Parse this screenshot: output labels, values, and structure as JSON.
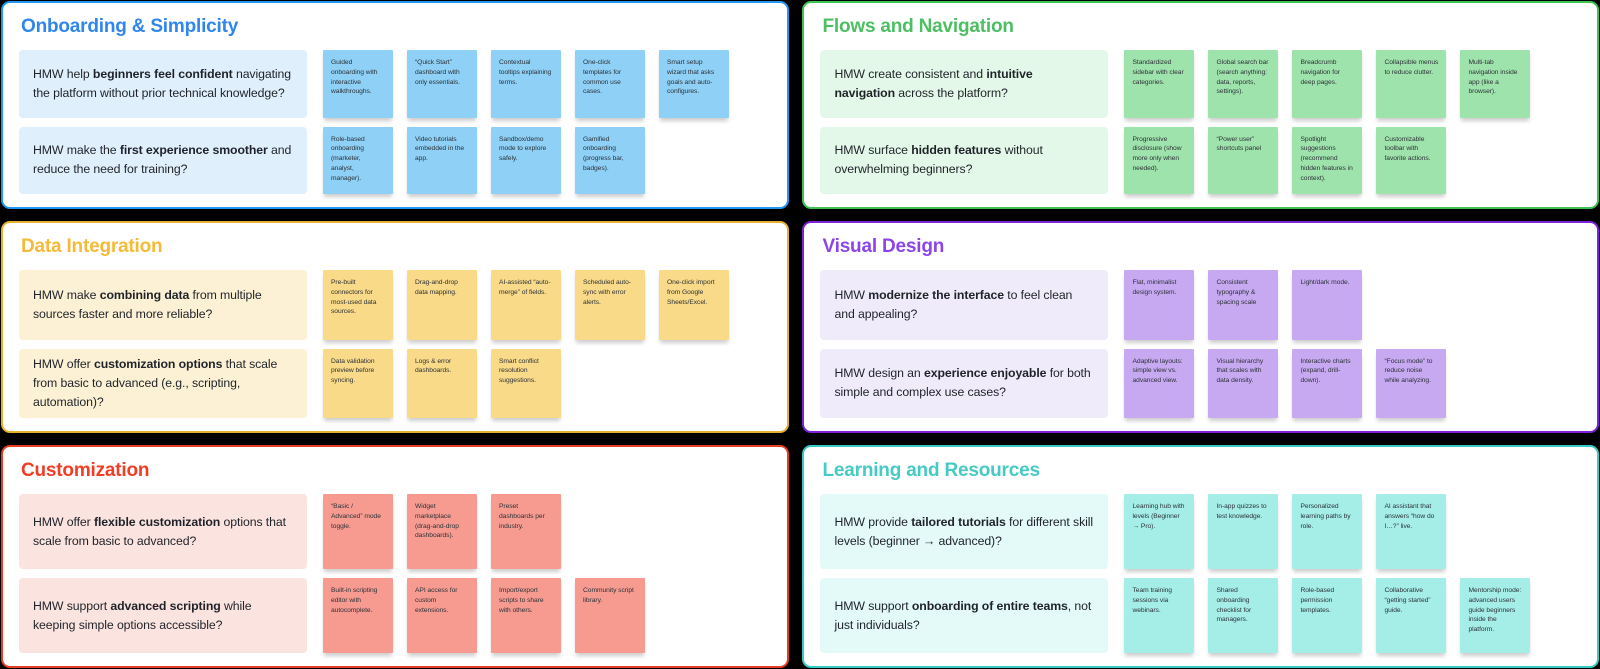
{
  "board": {
    "background_color": "#000000",
    "sections": [
      {
        "id": "onboarding-simplicity",
        "title": "Onboarding & Simplicity",
        "colors": {
          "border": "#2196f3",
          "title": "#2f86ec",
          "question_bg": "#e0effc",
          "sticky_bg": "#8ed0f6"
        },
        "rows": [
          {
            "q_pre": "HMW help ",
            "q_bold": "beginners feel confident",
            "q_post": " navigating the platform without prior technical knowledge?",
            "stickies": [
              "Guided onboarding with interactive walkthroughs.",
              "“Quick Start” dashboard with only essentials.",
              "Contextual tooltips explaining terms.",
              "One-click templates for common use cases.",
              "Smart setup wizard that asks goals and auto-configures."
            ]
          },
          {
            "q_pre": "HMW make the ",
            "q_bold": "first experience smoother",
            "q_post": " and reduce the need for training?",
            "stickies": [
              "Role-based onboarding (marketer, analyst, manager).",
              "Video tutorials embedded in the app.",
              "Sandbox/demo mode to explore safely.",
              "Gamified onboarding (progress bar, badges)."
            ]
          }
        ]
      },
      {
        "id": "flows-navigation",
        "title": "Flows and Navigation",
        "colors": {
          "border": "#3dc353",
          "title": "#4cbf63",
          "question_bg": "#e4f8e9",
          "sticky_bg": "#9fe3ac"
        },
        "rows": [
          {
            "q_pre": "HMW create consistent and ",
            "q_bold": "intuitive navigation",
            "q_post": " across the platform?",
            "stickies": [
              "Standardized sidebar with clear categories.",
              "Global search bar (search anything: data, reports, settings).",
              "Breadcrumb navigation for deep pages.",
              "Collapsible menus to reduce clutter.",
              "Multi-tab navigation inside app (like a browser)."
            ]
          },
          {
            "q_pre": "HMW surface ",
            "q_bold": "hidden features",
            "q_post": " without overwhelming beginners?",
            "stickies": [
              "Progressive disclosure (show more only when needed).",
              "“Power user” shortcuts panel",
              "Spotlight suggestions (recommend hidden features in context).",
              "Customizable toolbar with favorite actions."
            ]
          }
        ]
      },
      {
        "id": "data-integration",
        "title": "Data Integration",
        "colors": {
          "border": "#e5b12e",
          "title": "#f5bb38",
          "question_bg": "#fcf1d5",
          "sticky_bg": "#f9da88"
        },
        "rows": [
          {
            "q_pre": "HMW make ",
            "q_bold": "combining data",
            "q_post": " from multiple sources faster and more reliable?",
            "stickies": [
              "Pre-built connectors for most-used data sources.",
              "Drag-and-drop data mapping.",
              "AI-assisted “auto-merge” of fields.",
              "Scheduled auto-sync with error alerts.",
              "One-click import from Google Sheets/Excel."
            ]
          },
          {
            "q_pre": "HMW offer ",
            "q_bold": "customization options",
            "q_post": " that scale from basic to advanced (e.g., scripting, automation)?",
            "stickies": [
              "Data validation preview before syncing.",
              "Logs & error dashboards.",
              "Smart conflict resolution suggestions."
            ]
          }
        ]
      },
      {
        "id": "visual-design",
        "title": "Visual Design",
        "colors": {
          "border": "#7b22da",
          "title": "#8a45eb",
          "question_bg": "#efebfb",
          "sticky_bg": "#c7a9f2"
        },
        "rows": [
          {
            "q_pre": "HMW ",
            "q_bold": "modernize the interface",
            "q_post": " to feel clean and appealing?",
            "stickies": [
              "Flat, minimalist design system.",
              "Consistent typography & spacing scale",
              "Light/dark mode."
            ]
          },
          {
            "q_pre": "HMW design an ",
            "q_bold": "experience enjoyable",
            "q_post": " for both simple and complex use cases?",
            "stickies": [
              "Adaptive layouts: simple view vs. advanced view.",
              "Visual hierarchy that scales with data density.",
              "Interactive charts (expand, drill-down).",
              "“Focus mode” to reduce noise while analyzing."
            ]
          }
        ]
      },
      {
        "id": "customization",
        "title": "Customization",
        "colors": {
          "border": "#e63e23",
          "title": "#f03d23",
          "question_bg": "#fbe3df",
          "sticky_bg": "#f79b91"
        },
        "rows": [
          {
            "q_pre": "HMW offer ",
            "q_bold": "flexible customization",
            "q_post": " options that scale from basic to advanced?",
            "stickies": [
              "“Basic / Advanced” mode toggle.",
              "Widget marketplace (drag-and-drop dashboards).",
              "Preset dashboards per industry."
            ]
          },
          {
            "q_pre": "HMW support ",
            "q_bold": "advanced scripting",
            "q_post": " while keeping simple options accessible?",
            "stickies": [
              "Built-in scripting editor with autocomplete.",
              "API access for custom extensions.",
              "Import/export scripts to share with others.",
              "Community script library."
            ]
          }
        ]
      },
      {
        "id": "learning-resources",
        "title": "Learning and Resources",
        "colors": {
          "border": "#35cac2",
          "title": "#45cbc3",
          "question_bg": "#e3faf8",
          "sticky_bg": "#a5eee8"
        },
        "rows": [
          {
            "q_pre": "HMW provide ",
            "q_bold": "tailored tutorials",
            "q_post": " for different skill levels (beginner → advanced)?",
            "stickies": [
              "Learning hub with levels (Beginner → Pro).",
              "In-app quizzes to test knowledge.",
              "Personalized learning paths by role.",
              "AI assistant that answers “how do I…?” live."
            ]
          },
          {
            "q_pre": "HMW support ",
            "q_bold": "onboarding of entire teams",
            "q_post": ", not just individuals?",
            "stickies": [
              "Team training sessions via webinars.",
              "Shared onboarding checklist for managers.",
              "Role-based permission templates.",
              "Collaborative “getting started” guide.",
              "Mentorship mode: advanced users guide beginners inside the platform."
            ]
          }
        ]
      }
    ]
  }
}
